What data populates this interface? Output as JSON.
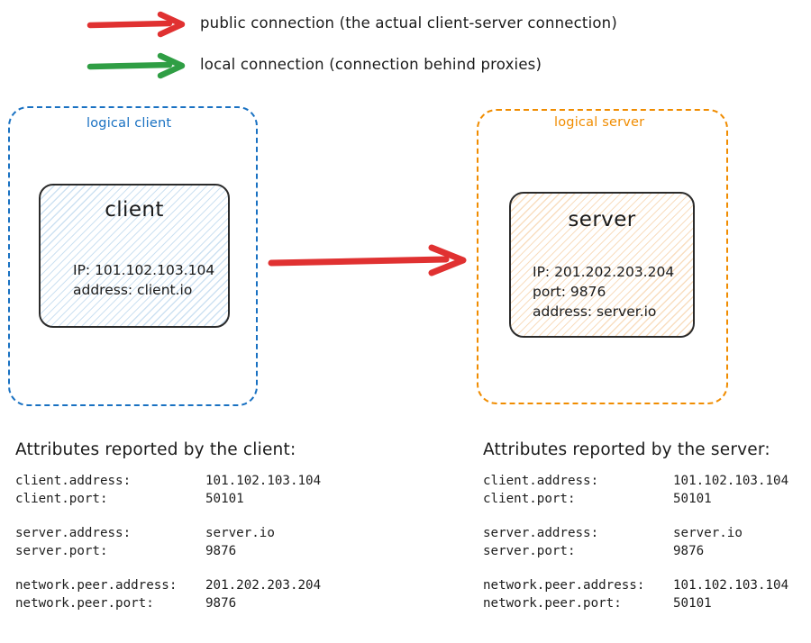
{
  "legend": {
    "items": [
      {
        "arrow_icon": "arrow-right-red",
        "color": "#e03131",
        "label": "public connection (the actual client-server connection)"
      },
      {
        "arrow_icon": "arrow-right-green",
        "color": "#2f9e44",
        "label": "local connection (connection behind proxies)"
      }
    ]
  },
  "diagram": {
    "connection_arrow": {
      "icon": "arrow-right-red",
      "color": "#e03131"
    },
    "client_group": {
      "caption": "logical client",
      "color": "#1971c2",
      "node": {
        "title": "client",
        "lines": [
          "IP: 101.102.103.104",
          "address: client.io"
        ],
        "fill": "#e7f1fb",
        "hatch_color": "#88b8e0"
      }
    },
    "server_group": {
      "caption": "logical server",
      "color": "#f08c00",
      "node": {
        "title": "server",
        "lines": [
          "IP: 201.202.203.204",
          "port: 9876",
          "address: server.io"
        ],
        "fill": "#fdf3e6",
        "hatch_color": "#f0b068"
      }
    }
  },
  "attributes": {
    "client": {
      "heading": "Attributes reported by the client:",
      "groups": [
        {
          "rows": [
            {
              "key": "client.address:",
              "value": "101.102.103.104"
            },
            {
              "key": "client.port:",
              "value": "50101"
            }
          ]
        },
        {
          "rows": [
            {
              "key": "server.address:",
              "value": "server.io"
            },
            {
              "key": "server.port:",
              "value": "9876"
            }
          ]
        },
        {
          "rows": [
            {
              "key": "network.peer.address:",
              "value": "201.202.203.204"
            },
            {
              "key": "network.peer.port:",
              "value": "9876"
            }
          ]
        }
      ]
    },
    "server": {
      "heading": "Attributes reported by the server:",
      "groups": [
        {
          "rows": [
            {
              "key": "client.address:",
              "value": "101.102.103.104"
            },
            {
              "key": "client.port:",
              "value": "50101"
            }
          ]
        },
        {
          "rows": [
            {
              "key": "server.address:",
              "value": "server.io"
            },
            {
              "key": "server.port:",
              "value": "9876"
            }
          ]
        },
        {
          "rows": [
            {
              "key": "network.peer.address:",
              "value": "101.102.103.104"
            },
            {
              "key": "network.peer.port:",
              "value": "50101"
            }
          ]
        }
      ]
    }
  }
}
